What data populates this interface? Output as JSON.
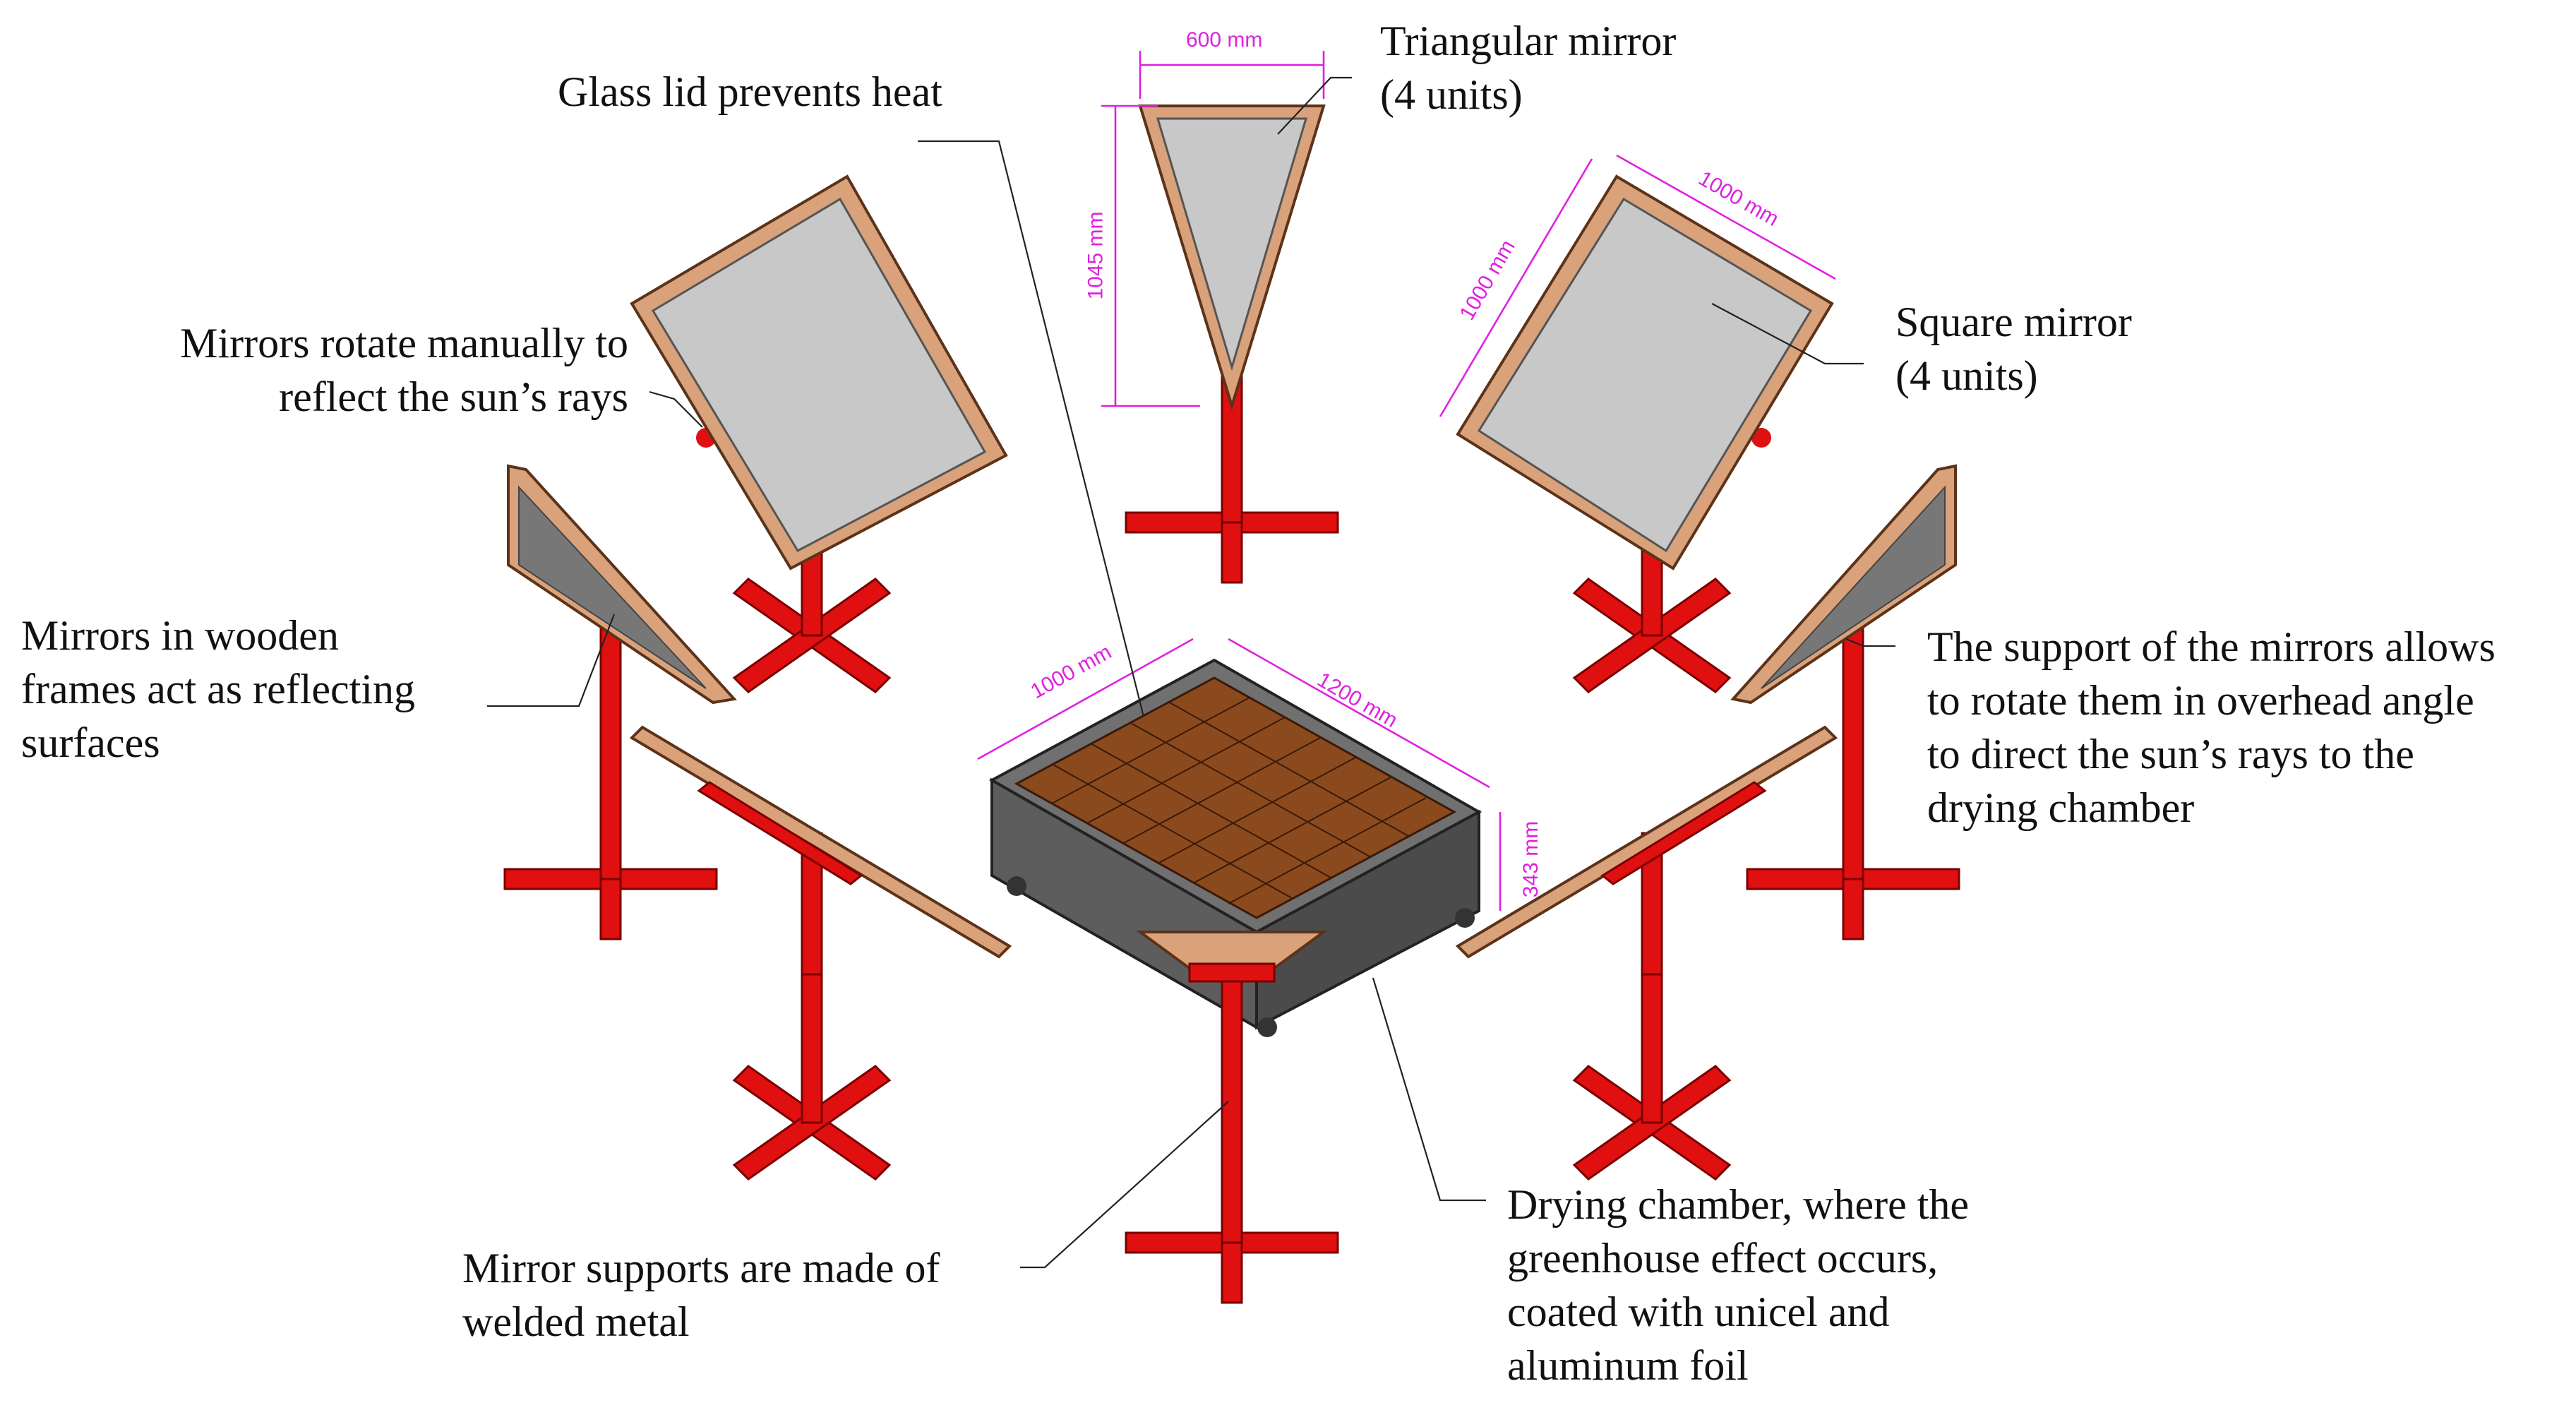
{
  "labels": {
    "glass_lid": "Glass lid prevents heat",
    "triangular_mirror": "Triangular mirror\n(4 units)",
    "square_mirror": "Square mirror\n(4 units)",
    "mirrors_rotate": "Mirrors rotate manually to\nreflect the sun’s rays",
    "wooden_frames": "Mirrors in wooden\nframes act as reflecting\nsurfaces",
    "support": "The support of the mirrors allows\nto rotate them in overhead angle\nto direct the sun’s rays to the\ndrying chamber",
    "welded_metal": "Mirror supports are made of\nwelded metal",
    "drying_chamber": "Drying chamber, where the\ngreenhouse effect occurs,\ncoated with unicel and\naluminum foil"
  },
  "dimensions": {
    "triangle_width": "600 mm",
    "triangle_height": "1045 mm",
    "square_width": "1000 mm",
    "square_height": "1000 mm",
    "chamber_width": "1000 mm",
    "chamber_length": "1200 mm",
    "chamber_height": "343 mm"
  },
  "colors": {
    "support_metal": "#e01010",
    "wood_frame": "#d9a27b",
    "mirror_glass": "#c8c8c8",
    "chamber_body": "#6e6e6e",
    "drying_product": "#8b4a1e",
    "dimension_lines": "#e020e0"
  }
}
